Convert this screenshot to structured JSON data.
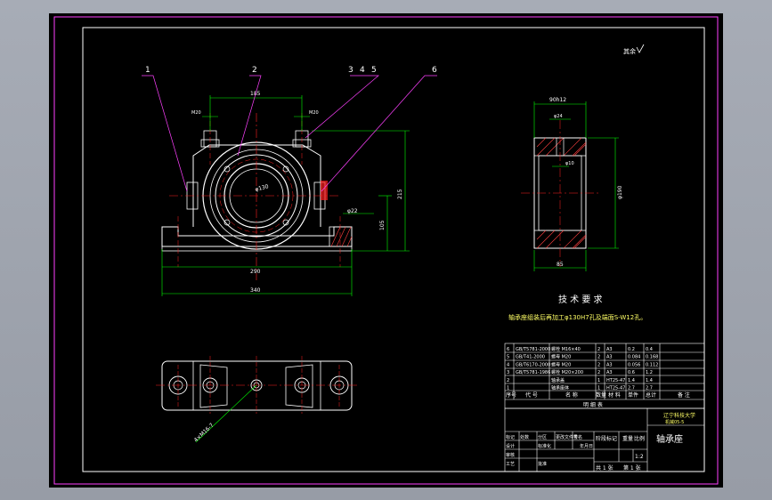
{
  "colors": {
    "background": "#9ea3ad",
    "sheet": "#000000",
    "border": "#ff40ff",
    "outline": "#ffffff",
    "center": "#ff2020",
    "dimension": "#00ff00",
    "leader": "#ff40ff",
    "hatch": "#ff4040",
    "text": "#ffffff",
    "note": "#ffff66"
  },
  "drawing": {
    "balloons": [
      "1",
      "2",
      "3",
      "4",
      "5",
      "6"
    ],
    "roughness": "其余",
    "dims": {
      "width_top": "185",
      "bolt_left": "M20",
      "bolt_right": "M20",
      "base_width": "290",
      "total_width": "340",
      "height_total": "215",
      "height_center": "105",
      "bore": "φ130",
      "oil_hole": "φ22",
      "section_width": "90h12",
      "section_inner": "φ24",
      "section_small": "φ10",
      "section_diameter": "φ190",
      "section_bottom": "85",
      "plan_hole": "4×M16-7"
    },
    "tech_title": "技 术 要 求",
    "tech_note": "轴承座组装后再加工φ130H7孔及端面S-W12孔。"
  },
  "bom": {
    "rows": [
      [
        "6",
        "GB/T5781-2000",
        "螺栓 M16×40",
        "2",
        "A3",
        "0.2",
        "0.4"
      ],
      [
        "5",
        "GB/T41-2000",
        "螺母 M20",
        "2",
        "A3",
        "0.084",
        "0.168"
      ],
      [
        "4",
        "GB/T6170-2000",
        "螺母 M20",
        "2",
        "A3",
        "0.056",
        "0.112"
      ],
      [
        "3",
        "GB/T5781-1986",
        "螺栓 M20×200",
        "2",
        "A3",
        "0.6",
        "1.2"
      ],
      [
        "2",
        "",
        "轴承盖",
        "1",
        "HT25-47",
        "1.4",
        "1.4"
      ],
      [
        "1",
        "",
        "轴承座体",
        "1",
        "HT25-47",
        "2.7",
        "2.7"
      ]
    ],
    "header": [
      "序号",
      "代 号",
      "名 称",
      "数量",
      "材 料",
      "单件",
      "总计",
      "备 注"
    ],
    "header2": "明 细 表"
  },
  "title_block": {
    "school": "辽宁科技大学",
    "class": "机械05-5",
    "part_name": "轴承座",
    "stage": "阶段标记",
    "weight": "重量",
    "scale": "比例",
    "scale_value": "1:2",
    "sheet_of": "共 1 张",
    "sheet_no": "第 1 张",
    "labels": [
      "标记",
      "处数",
      "分区",
      "更改文件号",
      "签名",
      "年月日",
      "设计",
      "标准化",
      "审核",
      "工艺",
      "批准"
    ]
  }
}
